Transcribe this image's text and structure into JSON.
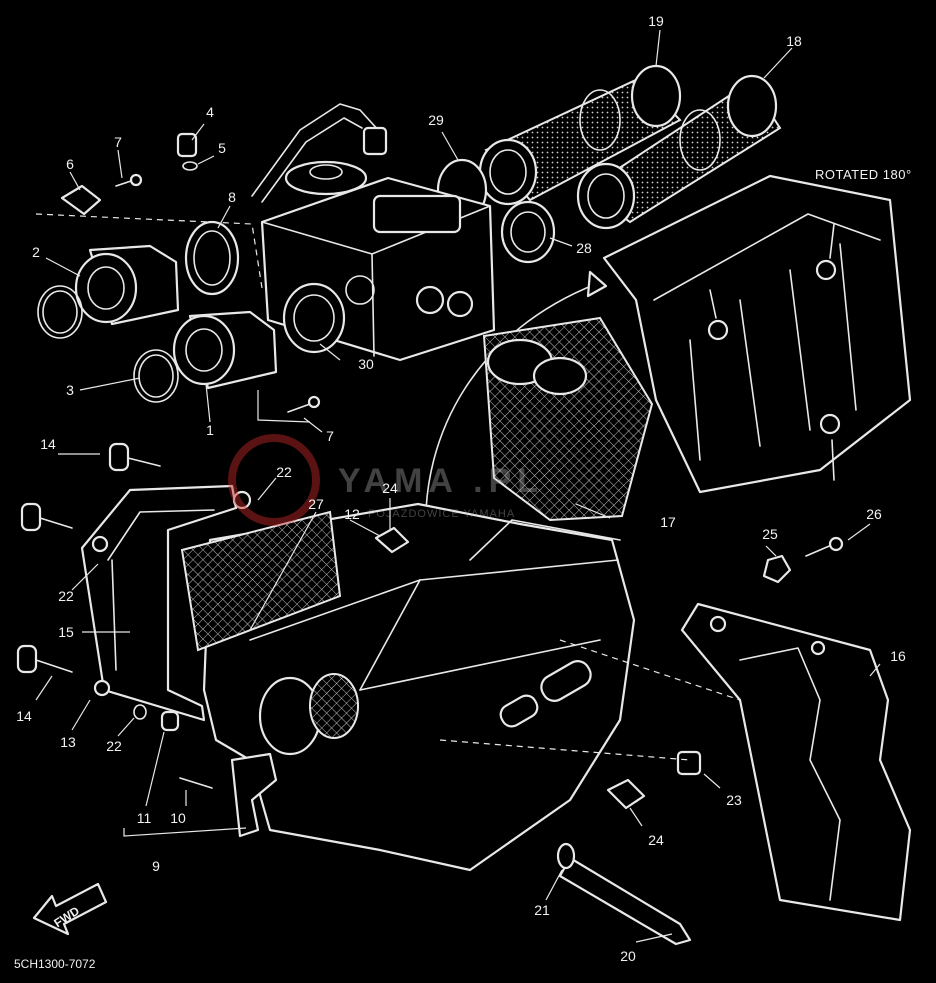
{
  "diagram": {
    "rotated_note": "ROTATED 180°",
    "catalog_code": "5CH1300-7072",
    "fwd_label": "FWD",
    "watermark": "YAMA         .PL",
    "watermark_sub": "POJAZDOWICE           YAMAHA",
    "part_labels": [
      {
        "id": "p19",
        "text": "19"
      },
      {
        "id": "p18",
        "text": "18"
      },
      {
        "id": "p4",
        "text": "4"
      },
      {
        "id": "p5",
        "text": "5"
      },
      {
        "id": "p7a",
        "text": "7"
      },
      {
        "id": "p6",
        "text": "6"
      },
      {
        "id": "p8",
        "text": "8"
      },
      {
        "id": "p29",
        "text": "29"
      },
      {
        "id": "p2",
        "text": "2"
      },
      {
        "id": "p28",
        "text": "28"
      },
      {
        "id": "p3",
        "text": "3"
      },
      {
        "id": "p30",
        "text": "30"
      },
      {
        "id": "p1",
        "text": "1"
      },
      {
        "id": "p7b",
        "text": "7"
      },
      {
        "id": "p14a",
        "text": "14"
      },
      {
        "id": "p22a",
        "text": "22"
      },
      {
        "id": "p27",
        "text": "27"
      },
      {
        "id": "p24a",
        "text": "24"
      },
      {
        "id": "p12",
        "text": "12"
      },
      {
        "id": "p17",
        "text": "17"
      },
      {
        "id": "p25",
        "text": "25"
      },
      {
        "id": "p26",
        "text": "26"
      },
      {
        "id": "p22b",
        "text": "22"
      },
      {
        "id": "p15",
        "text": "15"
      },
      {
        "id": "p16",
        "text": "16"
      },
      {
        "id": "p14b",
        "text": "14"
      },
      {
        "id": "p13",
        "text": "13"
      },
      {
        "id": "p22c",
        "text": "22"
      },
      {
        "id": "p11",
        "text": "11"
      },
      {
        "id": "p10",
        "text": "10"
      },
      {
        "id": "p23",
        "text": "23"
      },
      {
        "id": "p24b",
        "text": "24"
      },
      {
        "id": "p9",
        "text": "9"
      },
      {
        "id": "p21",
        "text": "21"
      },
      {
        "id": "p20",
        "text": "20"
      }
    ]
  }
}
